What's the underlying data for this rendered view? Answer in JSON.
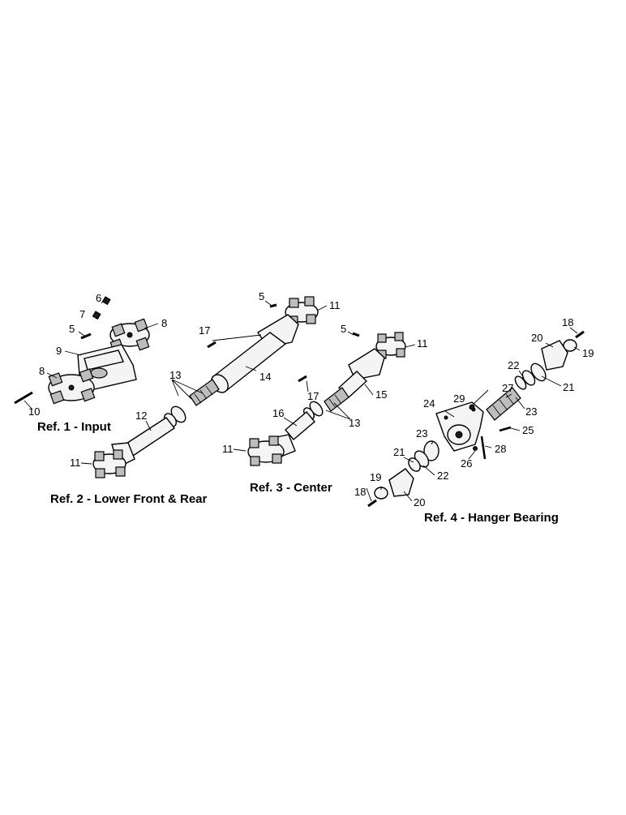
{
  "captions": {
    "ref1": "Ref. 1 - Input",
    "ref2": "Ref. 2 - Lower Front & Rear",
    "ref3": "Ref. 3 - Center",
    "ref4": "Ref. 4 - Hanger Bearing"
  },
  "part_numbers": {
    "ref1": [
      "6",
      "7",
      "5",
      "8",
      "9",
      "8",
      "10"
    ],
    "ref2": [
      "5",
      "11",
      "17",
      "14",
      "13",
      "12",
      "11"
    ],
    "ref3": [
      "5",
      "11",
      "17",
      "15",
      "16",
      "13",
      "11"
    ],
    "ref4": [
      "18",
      "20",
      "19",
      "22",
      "21",
      "27",
      "29",
      "24",
      "23",
      "25",
      "28",
      "26",
      "23",
      "21",
      "22",
      "19",
      "18",
      "20"
    ]
  },
  "icons": [
    "u-joint-cross-icon",
    "yoke-icon",
    "bolt-icon",
    "driveshaft-tube-icon",
    "splined-shaft-icon",
    "bearing-ring-icon",
    "hanger-bracket-icon"
  ]
}
